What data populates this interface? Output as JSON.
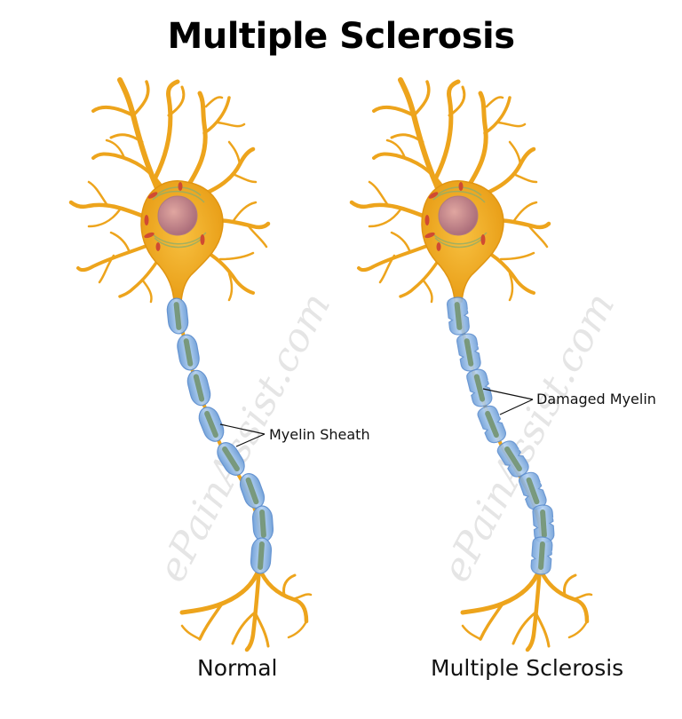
{
  "title": "Multiple Sclerosis",
  "watermark": "ePainAssist.com",
  "panels": [
    {
      "caption": "Normal",
      "label": "Myelin Sheath",
      "state": "intact"
    },
    {
      "caption": "Multiple Sclerosis",
      "label": "Damaged Myelin",
      "state": "damaged"
    }
  ],
  "colors": {
    "neuron": "#f0a81c",
    "neuron_dark": "#d98a0c",
    "nucleus": "#c98a8a",
    "myelin": "#8fb8e6",
    "myelin_core": "#6f8f6a",
    "text": "#111111"
  }
}
